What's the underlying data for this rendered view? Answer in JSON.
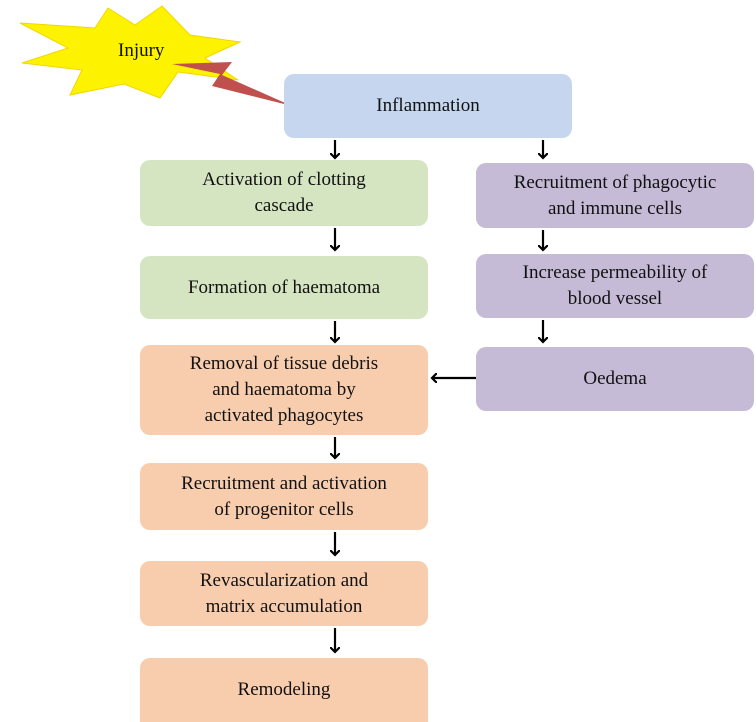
{
  "injury": "Injury",
  "nodes": {
    "inflammation": "Inflammation",
    "clotting": "Activation of clotting\ncascade",
    "haematoma": "Formation of haematoma",
    "removal": "Removal of tissue debris\nand haematoma by\nactivated phagocytes",
    "progenitor": "Recruitment and activation\nof progenitor cells",
    "revasc": "Revascularization and\nmatrix accumulation",
    "remodeling": "Remodeling",
    "recruit_phago": "Recruitment of phagocytic\nand immune cells",
    "permeability": "Increase permeability of\nblood vessel",
    "oedema": "Oedema"
  },
  "colors": {
    "blue": "#c5d6ee",
    "green": "#d5e5c2",
    "purple": "#c5bbd7",
    "orange": "#f8cdae",
    "star": "#fdf200",
    "bolt": "#c0504d"
  }
}
